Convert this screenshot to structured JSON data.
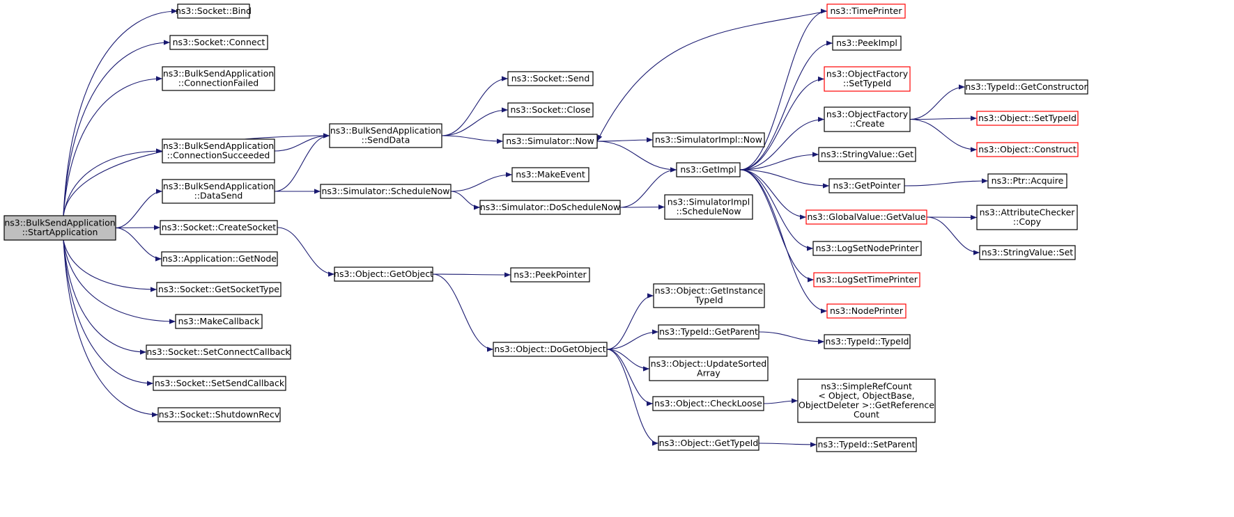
{
  "colors": {
    "edge": "#191970",
    "normal_border": "#000000",
    "truncated_border": "#ff0000",
    "root_fill": "#bfbfbf",
    "node_fill": "#ffffff"
  },
  "nodes": [
    {
      "id": "start",
      "lines": [
        "ns3::BulkSendApplication",
        "::StartApplication"
      ],
      "style": "root"
    },
    {
      "id": "bind",
      "lines": [
        "ns3::Socket::Bind"
      ],
      "style": "normal"
    },
    {
      "id": "connect",
      "lines": [
        "ns3::Socket::Connect"
      ],
      "style": "normal"
    },
    {
      "id": "connfailed",
      "lines": [
        "ns3::BulkSendApplication",
        "::ConnectionFailed"
      ],
      "style": "normal"
    },
    {
      "id": "connsucc",
      "lines": [
        "ns3::BulkSendApplication",
        "::ConnectionSucceeded"
      ],
      "style": "normal"
    },
    {
      "id": "datasend",
      "lines": [
        "ns3::BulkSendApplication",
        "::DataSend"
      ],
      "style": "normal"
    },
    {
      "id": "createsocket",
      "lines": [
        "ns3::Socket::CreateSocket"
      ],
      "style": "normal"
    },
    {
      "id": "getnode",
      "lines": [
        "ns3::Application::GetNode"
      ],
      "style": "normal"
    },
    {
      "id": "getsockettype",
      "lines": [
        "ns3::Socket::GetSocketType"
      ],
      "style": "normal"
    },
    {
      "id": "makecallback",
      "lines": [
        "ns3::MakeCallback"
      ],
      "style": "normal"
    },
    {
      "id": "setconnectcb",
      "lines": [
        "ns3::Socket::SetConnectCallback"
      ],
      "style": "normal"
    },
    {
      "id": "setsendcb",
      "lines": [
        "ns3::Socket::SetSendCallback"
      ],
      "style": "normal"
    },
    {
      "id": "shutdownrecv",
      "lines": [
        "ns3::Socket::ShutdownRecv"
      ],
      "style": "normal"
    },
    {
      "id": "senddata",
      "lines": [
        "ns3::BulkSendApplication",
        "::SendData"
      ],
      "style": "normal"
    },
    {
      "id": "schedulenow",
      "lines": [
        "ns3::Simulator::ScheduleNow"
      ],
      "style": "normal"
    },
    {
      "id": "getobject",
      "lines": [
        "ns3::Object::GetObject"
      ],
      "style": "normal"
    },
    {
      "id": "socksend",
      "lines": [
        "ns3::Socket::Send"
      ],
      "style": "normal"
    },
    {
      "id": "sockclose",
      "lines": [
        "ns3::Socket::Close"
      ],
      "style": "normal"
    },
    {
      "id": "simnow",
      "lines": [
        "ns3::Simulator::Now"
      ],
      "style": "normal"
    },
    {
      "id": "makeevent",
      "lines": [
        "ns3::MakeEvent"
      ],
      "style": "normal"
    },
    {
      "id": "doschedulenow",
      "lines": [
        "ns3::Simulator::DoScheduleNow"
      ],
      "style": "normal"
    },
    {
      "id": "peekpointer",
      "lines": [
        "ns3::PeekPointer"
      ],
      "style": "normal"
    },
    {
      "id": "dogetobject",
      "lines": [
        "ns3::Object::DoGetObject"
      ],
      "style": "normal"
    },
    {
      "id": "simimplnow",
      "lines": [
        "ns3::SimulatorImpl::Now"
      ],
      "style": "normal"
    },
    {
      "id": "simimplsched",
      "lines": [
        "ns3::SimulatorImpl",
        "::ScheduleNow"
      ],
      "style": "normal"
    },
    {
      "id": "getinstance",
      "lines": [
        "ns3::Object::GetInstance",
        "TypeId"
      ],
      "style": "normal"
    },
    {
      "id": "getparent",
      "lines": [
        "ns3::TypeId::GetParent"
      ],
      "style": "normal"
    },
    {
      "id": "updatesorted",
      "lines": [
        "ns3::Object::UpdateSorted",
        "Array"
      ],
      "style": "normal"
    },
    {
      "id": "checkloose",
      "lines": [
        "ns3::Object::CheckLoose"
      ],
      "style": "normal"
    },
    {
      "id": "gettypeid",
      "lines": [
        "ns3::Object::GetTypeId"
      ],
      "style": "normal"
    },
    {
      "id": "getimpl",
      "lines": [
        "ns3::GetImpl"
      ],
      "style": "normal"
    },
    {
      "id": "timeprinter",
      "lines": [
        "ns3::TimePrinter"
      ],
      "style": "truncated"
    },
    {
      "id": "peekimpl",
      "lines": [
        "ns3::PeekImpl"
      ],
      "style": "normal"
    },
    {
      "id": "ofsettypeid",
      "lines": [
        "ns3::ObjectFactory",
        "::SetTypeId"
      ],
      "style": "truncated"
    },
    {
      "id": "ofcreate",
      "lines": [
        "ns3::ObjectFactory",
        "::Create"
      ],
      "style": "normal"
    },
    {
      "id": "stringget",
      "lines": [
        "ns3::StringValue::Get"
      ],
      "style": "normal"
    },
    {
      "id": "getpointer",
      "lines": [
        "ns3::GetPointer"
      ],
      "style": "normal"
    },
    {
      "id": "gvgetvalue",
      "lines": [
        "ns3::GlobalValue::GetValue"
      ],
      "style": "truncated"
    },
    {
      "id": "logsetnode",
      "lines": [
        "ns3::LogSetNodePrinter"
      ],
      "style": "normal"
    },
    {
      "id": "logsettime",
      "lines": [
        "ns3::LogSetTimePrinter"
      ],
      "style": "truncated"
    },
    {
      "id": "nodeprinter",
      "lines": [
        "ns3::NodePrinter"
      ],
      "style": "truncated"
    },
    {
      "id": "typeidtypeid",
      "lines": [
        "ns3::TypeId::TypeId"
      ],
      "style": "normal"
    },
    {
      "id": "simplerefcount",
      "lines": [
        "ns3::SimpleRefCount",
        "< Object, ObjectBase,",
        " ObjectDeleter >::GetReference",
        "Count"
      ],
      "style": "normal"
    },
    {
      "id": "setparent",
      "lines": [
        "ns3::TypeId::SetParent"
      ],
      "style": "normal"
    },
    {
      "id": "getconstructor",
      "lines": [
        "ns3::TypeId::GetConstructor"
      ],
      "style": "normal"
    },
    {
      "id": "objsettypeid",
      "lines": [
        "ns3::Object::SetTypeId"
      ],
      "style": "truncated"
    },
    {
      "id": "objconstruct",
      "lines": [
        "ns3::Object::Construct"
      ],
      "style": "truncated"
    },
    {
      "id": "ptracquire",
      "lines": [
        "ns3::Ptr::Acquire"
      ],
      "style": "normal"
    },
    {
      "id": "attrcheckercopy",
      "lines": [
        "ns3::AttributeChecker",
        "::Copy"
      ],
      "style": "normal"
    },
    {
      "id": "stringset",
      "lines": [
        "ns3::StringValue::Set"
      ],
      "style": "normal"
    }
  ],
  "edges": [
    [
      "start",
      "bind"
    ],
    [
      "start",
      "connect"
    ],
    [
      "start",
      "connfailed"
    ],
    [
      "start",
      "senddata"
    ],
    [
      "start",
      "connsucc"
    ],
    [
      "start",
      "datasend"
    ],
    [
      "start",
      "createsocket"
    ],
    [
      "start",
      "getnode"
    ],
    [
      "start",
      "getsockettype"
    ],
    [
      "start",
      "makecallback"
    ],
    [
      "start",
      "setconnectcb"
    ],
    [
      "start",
      "setsendcb"
    ],
    [
      "start",
      "shutdownrecv"
    ],
    [
      "connsucc",
      "senddata"
    ],
    [
      "datasend",
      "senddata"
    ],
    [
      "datasend",
      "schedulenow"
    ],
    [
      "createsocket",
      "getobject"
    ],
    [
      "senddata",
      "socksend"
    ],
    [
      "senddata",
      "sockclose"
    ],
    [
      "senddata",
      "simnow"
    ],
    [
      "schedulenow",
      "makeevent"
    ],
    [
      "schedulenow",
      "doschedulenow"
    ],
    [
      "getobject",
      "peekpointer"
    ],
    [
      "getobject",
      "dogetobject"
    ],
    [
      "simnow",
      "simimplnow"
    ],
    [
      "simnow",
      "getimpl"
    ],
    [
      "doschedulenow",
      "getimpl"
    ],
    [
      "doschedulenow",
      "simimplsched"
    ],
    [
      "dogetobject",
      "getinstance"
    ],
    [
      "dogetobject",
      "getparent"
    ],
    [
      "dogetobject",
      "updatesorted"
    ],
    [
      "dogetobject",
      "checkloose"
    ],
    [
      "dogetobject",
      "gettypeid"
    ],
    [
      "getimpl",
      "timeprinter"
    ],
    [
      "getimpl",
      "peekimpl"
    ],
    [
      "getimpl",
      "ofsettypeid"
    ],
    [
      "getimpl",
      "ofcreate"
    ],
    [
      "getimpl",
      "stringget"
    ],
    [
      "getimpl",
      "getpointer"
    ],
    [
      "getimpl",
      "gvgetvalue"
    ],
    [
      "getimpl",
      "logsetnode"
    ],
    [
      "getimpl",
      "logsettime"
    ],
    [
      "getimpl",
      "nodeprinter"
    ],
    [
      "timeprinter",
      "simnow"
    ],
    [
      "getparent",
      "typeidtypeid"
    ],
    [
      "checkloose",
      "simplerefcount"
    ],
    [
      "gettypeid",
      "setparent"
    ],
    [
      "ofcreate",
      "getconstructor"
    ],
    [
      "ofcreate",
      "objsettypeid"
    ],
    [
      "ofcreate",
      "objconstruct"
    ],
    [
      "getpointer",
      "ptracquire"
    ],
    [
      "gvgetvalue",
      "attrcheckercopy"
    ],
    [
      "gvgetvalue",
      "stringset"
    ]
  ]
}
